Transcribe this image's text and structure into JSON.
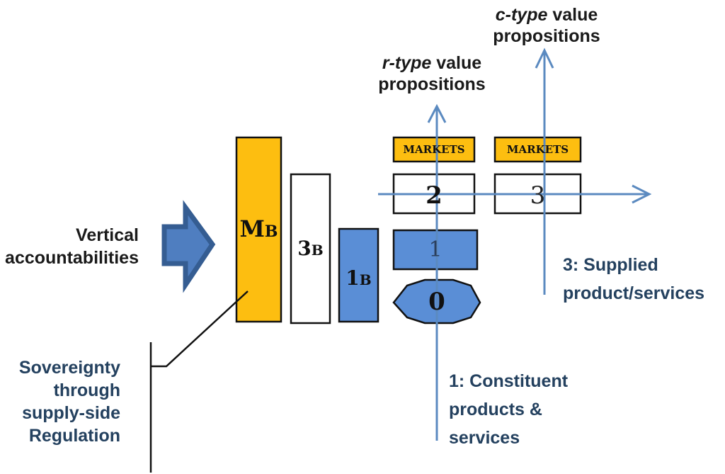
{
  "colors": {
    "gold": "#FDBE10",
    "blue_fill": "#5A8ED6",
    "arrow_line": "#5B8AC0",
    "big_arrow_fill": "#4F7EC0",
    "big_arrow_stroke": "#355D92",
    "navy_text": "#24415F",
    "black": "#111111"
  },
  "labels": {
    "c_type": {
      "italic": "c-type",
      "rest": " value",
      "line2": "propositions"
    },
    "r_type": {
      "italic": "r-type",
      "rest": " value",
      "line2": "propositions"
    },
    "vertical_accountabilities": [
      "Vertical",
      "accountabilities"
    ],
    "sovereignty": [
      "Sovereignty",
      "through",
      "supply-side",
      "Regulation"
    ],
    "supplied": [
      "3: Supplied",
      "product/services"
    ],
    "constituent": [
      "1: Constituent",
      "products &",
      "services"
    ]
  },
  "boxes": {
    "mb": {
      "main": "M",
      "sub": "B"
    },
    "3b": {
      "main": "3",
      "sub": "B"
    },
    "1b": {
      "main": "1",
      "sub": "B"
    },
    "markets_1": "MARKETS",
    "markets_2": "MARKETS",
    "box_2": "2",
    "box_3": "3",
    "box_1": "1",
    "ellipse_0": "0"
  }
}
